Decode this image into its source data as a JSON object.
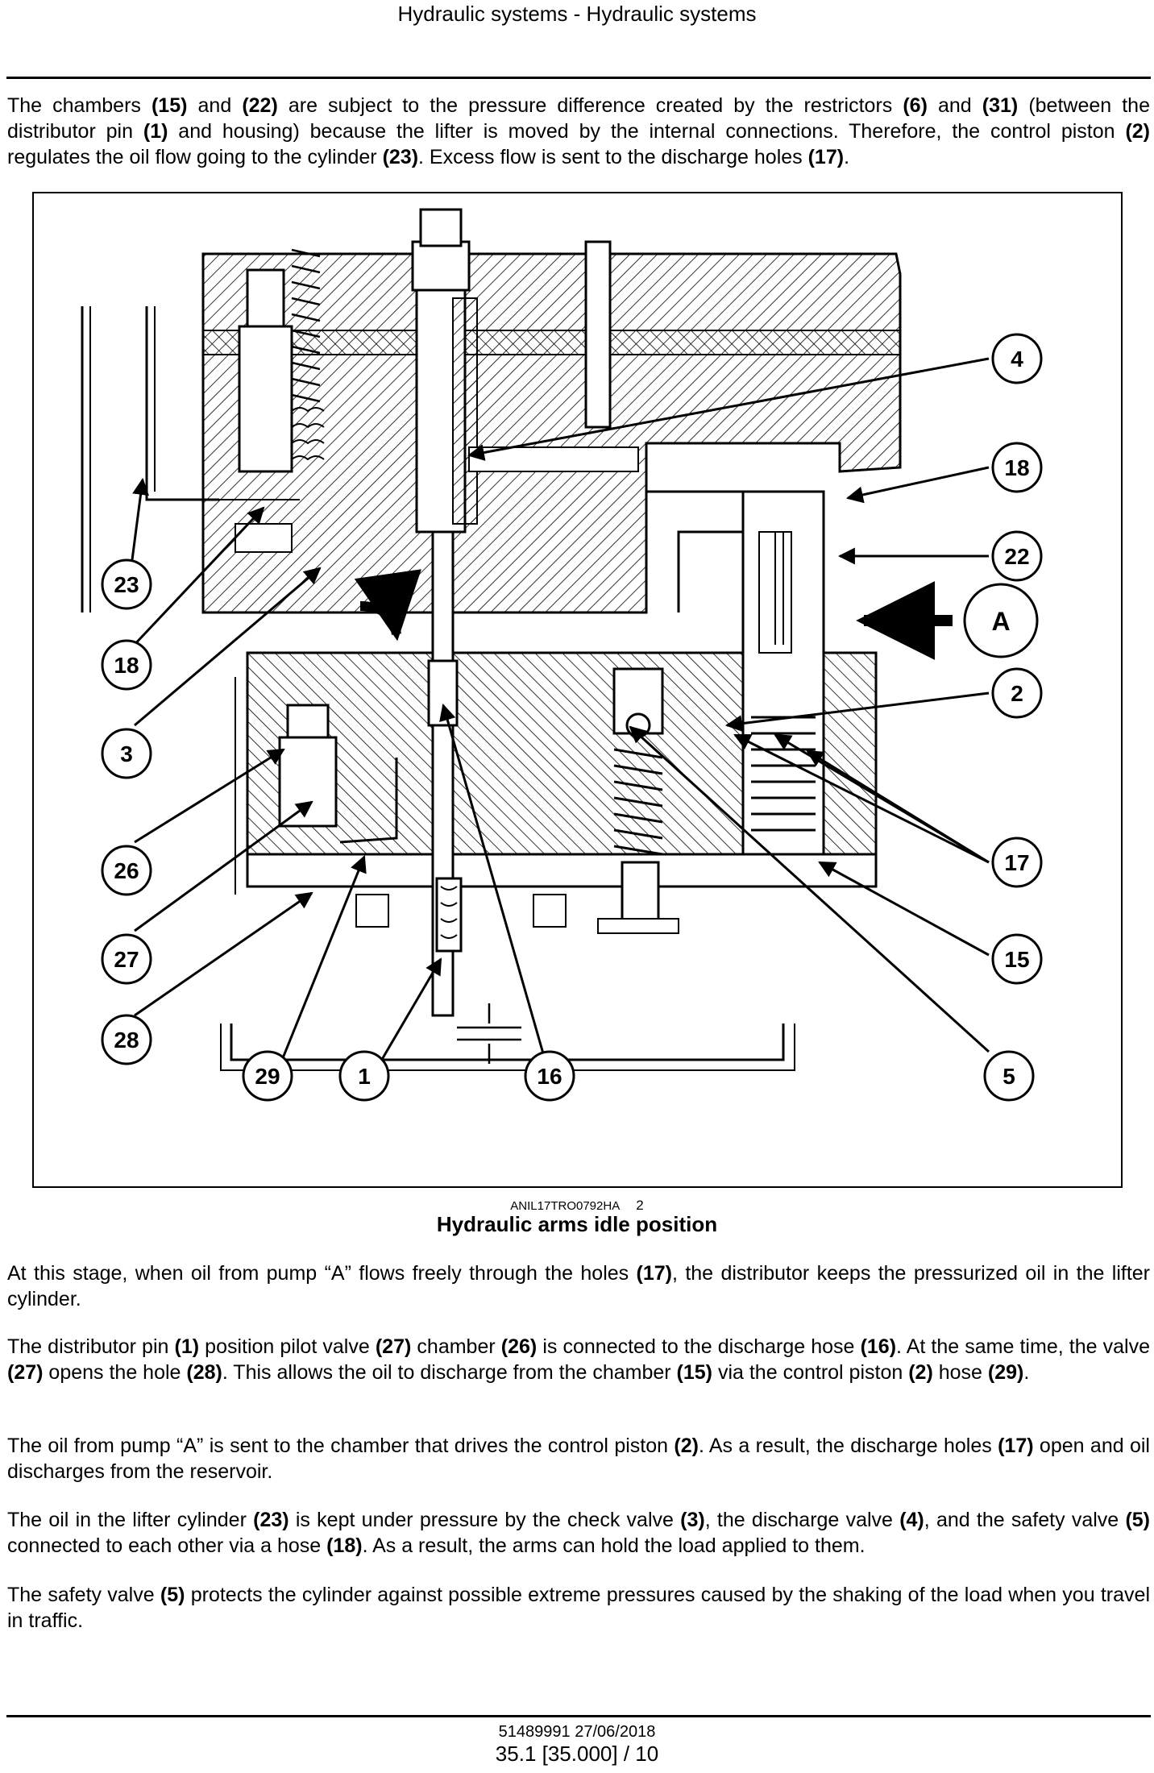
{
  "header": "Hydraulic systems - Hydraulic systems",
  "intro": [
    {
      "t": "The chambers "
    },
    {
      "b": "(15)"
    },
    {
      "t": " and "
    },
    {
      "b": "(22)"
    },
    {
      "t": " are subject to the pressure difference created by the restrictors "
    },
    {
      "b": "(6)"
    },
    {
      "t": " and "
    },
    {
      "b": "(31)"
    },
    {
      "t": " (between the distributor pin "
    },
    {
      "b": "(1)"
    },
    {
      "t": " and housing) because the lifter is moved by the internal connections. Therefore, the control piston "
    },
    {
      "b": "(2)"
    },
    {
      "t": " regulates the oil flow going to the cylinder "
    },
    {
      "b": "(23)"
    },
    {
      "t": ". Excess flow is sent to the discharge holes "
    },
    {
      "b": "(17)"
    },
    {
      "t": "."
    }
  ],
  "figure": {
    "id": "ANIL17TRO0792HA",
    "number": "2",
    "caption": "Hydraulic arms idle position",
    "arrow_label": "A",
    "callouts": [
      "4",
      "18",
      "22",
      "A",
      "2",
      "17",
      "15",
      "5",
      "23",
      "18",
      "3",
      "26",
      "27",
      "28",
      "29",
      "1",
      "16"
    ]
  },
  "paragraphs": [
    [
      {
        "t": "At this stage, when oil from pump “A” flows freely through the holes "
      },
      {
        "b": "(17)"
      },
      {
        "t": ", the distributor keeps the pressurized oil in the lifter cylinder."
      }
    ],
    [
      {
        "t": "The distributor pin "
      },
      {
        "b": "(1)"
      },
      {
        "t": " position pilot valve "
      },
      {
        "b": "(27)"
      },
      {
        "t": " chamber "
      },
      {
        "b": "(26)"
      },
      {
        "t": " is connected to the discharge hose "
      },
      {
        "b": "(16)"
      },
      {
        "t": ". At the same time, the valve "
      },
      {
        "b": "(27)"
      },
      {
        "t": " opens the hole "
      },
      {
        "b": "(28)"
      },
      {
        "t": ". This allows the oil to discharge from the chamber "
      },
      {
        "b": "(15)"
      },
      {
        "t": " via the control piston "
      },
      {
        "b": "(2)"
      },
      {
        "t": " hose "
      },
      {
        "b": "(29)"
      },
      {
        "t": "."
      }
    ],
    [
      {
        "t": "The oil from pump “A” is sent to the chamber that drives the control piston "
      },
      {
        "b": "(2)"
      },
      {
        "t": ". As a result, the discharge holes "
      },
      {
        "b": "(17)"
      },
      {
        "t": " open and oil discharges from the reservoir."
      }
    ],
    [
      {
        "t": "The oil in the lifter cylinder "
      },
      {
        "b": "(23)"
      },
      {
        "t": " is kept under pressure by the check valve "
      },
      {
        "b": "(3)"
      },
      {
        "t": ", the discharge valve "
      },
      {
        "b": "(4)"
      },
      {
        "t": ", and the safety valve "
      },
      {
        "b": "(5)"
      },
      {
        "t": " connected to each other via a hose "
      },
      {
        "b": "(18)"
      },
      {
        "t": ". As a result, the arms can hold the load applied to them."
      }
    ],
    [
      {
        "t": "The safety valve "
      },
      {
        "b": "(5)"
      },
      {
        "t": " protects the cylinder against possible extreme pressures caused by the shaking of the load when you travel in traffic."
      }
    ]
  ],
  "footer": {
    "doc": "51489991 27/06/2018",
    "page": "35.1 [35.000] / 10"
  }
}
